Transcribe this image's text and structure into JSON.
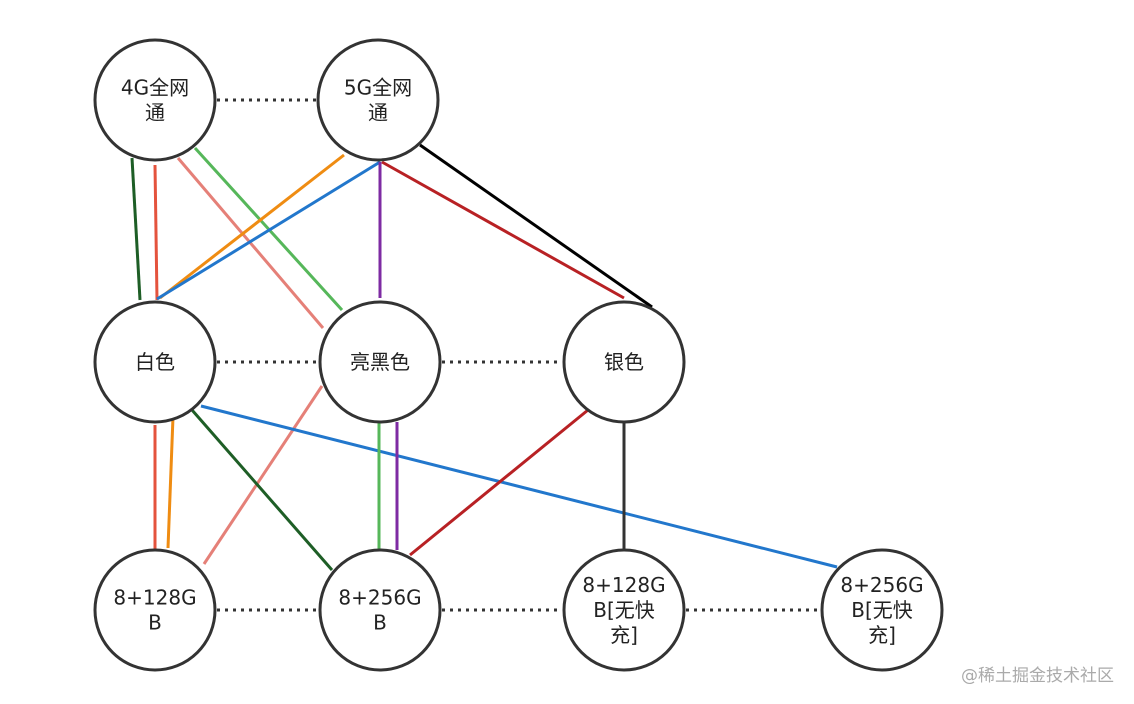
{
  "nodes": [
    {
      "id": "n4g",
      "name": "node-4g-network",
      "lines": [
        "4G全网",
        "通"
      ]
    },
    {
      "id": "n5g",
      "name": "node-5g-network",
      "lines": [
        "5G全网",
        "通"
      ]
    },
    {
      "id": "white",
      "name": "node-white",
      "lines": [
        "白色"
      ]
    },
    {
      "id": "black",
      "name": "node-bright-black",
      "lines": [
        "亮黑色"
      ]
    },
    {
      "id": "silver",
      "name": "node-silver",
      "lines": [
        "银色"
      ]
    },
    {
      "id": "m128",
      "name": "node-8-128gb",
      "lines": [
        "8+128G",
        "B"
      ]
    },
    {
      "id": "m256",
      "name": "node-8-256gb",
      "lines": [
        "8+256G",
        "B"
      ]
    },
    {
      "id": "m128nf",
      "name": "node-8-128gb-no-fast-charge",
      "lines": [
        "8+128G",
        "B[无快",
        "充]"
      ]
    },
    {
      "id": "m256nf",
      "name": "node-8-256gb-no-fast-charge",
      "lines": [
        "8+256G",
        "B[无快",
        "充]"
      ]
    }
  ],
  "dotted_links": [
    [
      "n4g",
      "n5g"
    ],
    [
      "white",
      "black"
    ],
    [
      "black",
      "silver"
    ],
    [
      "m128",
      "m256"
    ],
    [
      "m256",
      "m128nf"
    ],
    [
      "m128nf",
      "m256nf"
    ]
  ],
  "colors": {
    "dark_green": "#1e5e26",
    "red": "#e4533d",
    "pink": "#e58078",
    "green": "#56b75a",
    "orange": "#ef8c12",
    "blue": "#2277cc",
    "purple": "#7e2ba3",
    "crimson": "#b82124",
    "black": "#000000",
    "dark_gray": "#333333"
  },
  "watermark": "@稀土掘金技术社区"
}
